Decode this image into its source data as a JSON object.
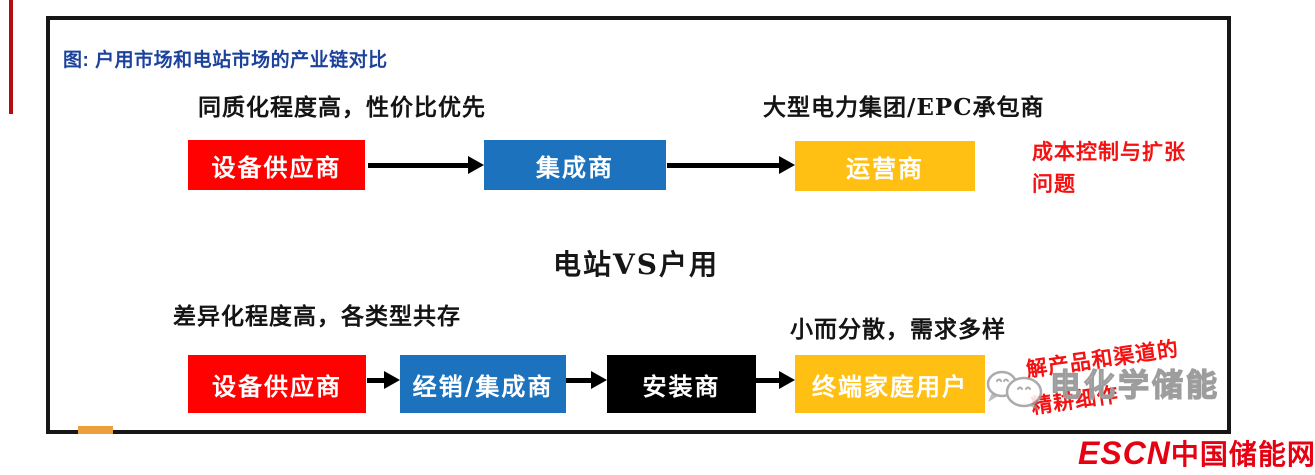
{
  "figure": {
    "title": "图: 户用市场和电站市场的产业链对比",
    "versus_label": "电站VS户用"
  },
  "colors": {
    "title_blue": "#1c429b",
    "box_red": "#fe0100",
    "box_blue": "#1d72be",
    "box_yellow": "#ffc013",
    "box_black": "#000000",
    "annotation_red": "#f51111",
    "logo_red": "#e60012"
  },
  "top_chain": {
    "caption_left": "同质化程度高，性价比优先",
    "caption_right": "大型电力集团/EPC承包商",
    "nodes": [
      {
        "label": "设备供应商",
        "color": "#fe0100"
      },
      {
        "label": "集成商",
        "color": "#1d72be"
      },
      {
        "label": "运营商",
        "color": "#ffc013"
      }
    ],
    "annotation_lines": [
      "成本控制与扩张",
      "问题"
    ]
  },
  "bottom_chain": {
    "caption_left": "差异化程度高，各类型共存",
    "caption_right": "小而分散，需求多样",
    "nodes": [
      {
        "label": "设备供应商",
        "color": "#fe0100"
      },
      {
        "label": "经销/集成商",
        "color": "#1d72be"
      },
      {
        "label": "安装商",
        "color": "#000000"
      },
      {
        "label": "终端家庭用户",
        "color": "#ffc013"
      }
    ],
    "annotation_lines": [
      "解产品和渠道的",
      "精耕细作"
    ]
  },
  "watermark": {
    "text": "电化学储能",
    "icon": "wechat-bubbles"
  },
  "logo": {
    "en": "ESCN",
    "zh": "中国储能网"
  }
}
